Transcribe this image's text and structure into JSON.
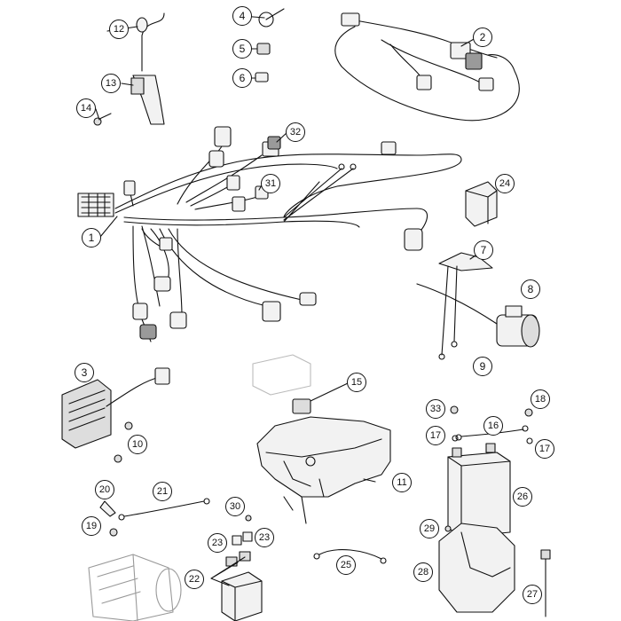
{
  "diagram": {
    "callouts": [
      "1",
      "2",
      "3",
      "4",
      "5",
      "6",
      "7",
      "8",
      "9",
      "10",
      "11",
      "12",
      "13",
      "14",
      "15",
      "16",
      "17",
      "17",
      "18",
      "19",
      "20",
      "21",
      "22",
      "23",
      "23",
      "24",
      "25",
      "26",
      "27",
      "28",
      "29",
      "30",
      "31",
      "32",
      "33"
    ]
  },
  "colors": {
    "line": "#111111",
    "fill_light": "#f2f2f2",
    "fill_mid": "#dddddd",
    "fill_dark": "#9a9a9a"
  }
}
